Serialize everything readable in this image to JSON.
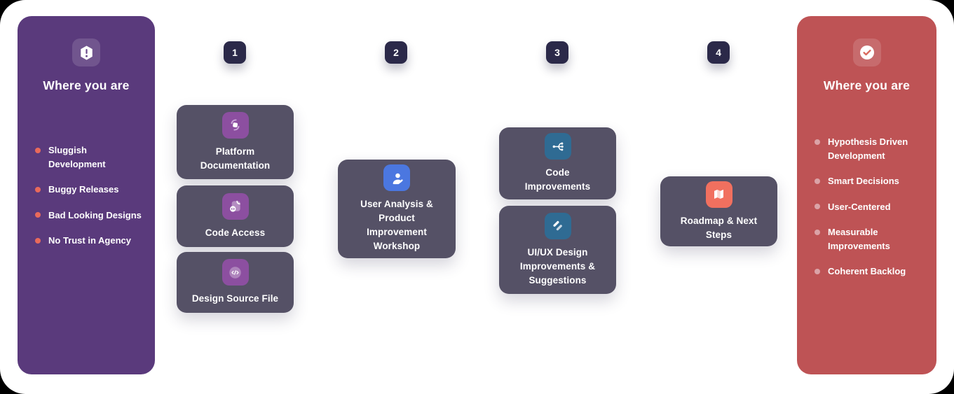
{
  "colors": {
    "outer_bg": "#000000",
    "canvas_bg": "#FFFFFF",
    "panel_left_bg": "#5A3A7C",
    "panel_right_bg": "#BE5355",
    "panel_title_color": "#FFFFFF",
    "left_bullet_dot": "#E96A5B",
    "right_bullet_dot": "#DBA3A7",
    "badge_bg": "#2B2949",
    "card_bg": "#555166",
    "card_text": "#FFFFFF",
    "icon_purple": "#8C4FA0",
    "icon_blue": "#4B77E0",
    "icon_teal": "#2F6B93",
    "icon_coral": "#F1705F"
  },
  "left_panel": {
    "title": "Where you are",
    "icon": "alert-hexagon-icon",
    "items": [
      "Sluggish Development",
      "Buggy Releases",
      "Bad Looking Designs",
      "No Trust in Agency"
    ]
  },
  "right_panel": {
    "title": "Where you are",
    "icon": "check-circle-icon",
    "items": [
      "Hypothesis Driven Development",
      "Smart Decisions",
      "User-Centered",
      "Measurable Improvements",
      "Coherent Backlog"
    ]
  },
  "steps": [
    {
      "number": "1",
      "cards": [
        {
          "label": "Platform Documentation",
          "icon": "sync-square-icon"
        },
        {
          "label": "Code Access",
          "icon": "code-file-icon"
        },
        {
          "label": "Design Source File",
          "icon": "code-circle-icon"
        }
      ]
    },
    {
      "number": "2",
      "cards": [
        {
          "label": "User Analysis & Product Improvement Workshop",
          "icon": "user-edit-icon"
        }
      ]
    },
    {
      "number": "3",
      "cards": [
        {
          "label": "Code Improvements",
          "icon": "flow-branch-icon"
        },
        {
          "label": "UI/UX Design Improvements & Suggestions",
          "icon": "diagonal-strokes-icon"
        }
      ]
    },
    {
      "number": "4",
      "cards": [
        {
          "label": "Roadmap & Next Steps",
          "icon": "folded-map-icon"
        }
      ]
    }
  ]
}
